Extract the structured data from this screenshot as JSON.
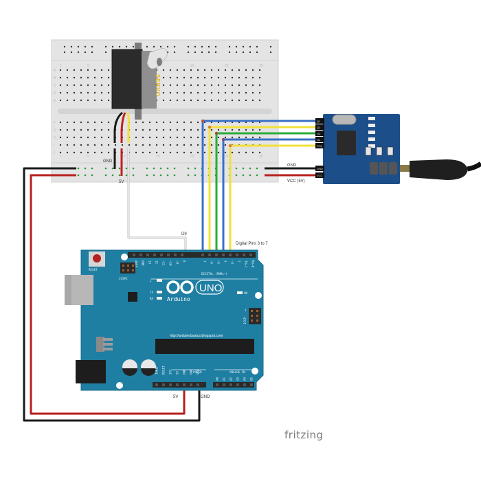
{
  "diagram": {
    "credit": "fritzing",
    "colors": {
      "board_blue": "#1f7fa3",
      "breadboard": "#e6e6e6",
      "wire_blue": "#3a6fc4",
      "wire_yellow": "#f2e03a",
      "wire_green": "#2bab3a",
      "wire_red": "#c22020",
      "wire_black": "#1a1a1a",
      "wire_white": "#d8d8d8",
      "module_blue": "#1c4f8a"
    },
    "breadboard": {
      "row_letters_top": [
        "A",
        "B",
        "C",
        "D",
        "E"
      ],
      "row_letters_bottom": [
        "F",
        "G",
        "H",
        "I",
        "J"
      ],
      "column_numbers": [
        "1",
        "5",
        "10",
        "15",
        "20",
        "25",
        "30"
      ]
    },
    "servo": {
      "label": "SERVO"
    },
    "labels": {
      "servo_gnd": "GND",
      "servo_5v": "5V",
      "d9": "D9",
      "digital_pins": "Digital Pins 3 to 7",
      "module_gnd": "GND",
      "module_vcc": "VCC (5V)",
      "arduino_5v": "5V",
      "arduino_gnd": "GND"
    },
    "module": {
      "pins": [
        "Q1",
        "Q2",
        "Q3",
        "Q4",
        "STQ",
        "GND",
        "VCC"
      ]
    },
    "arduino": {
      "reset_label": "RESET",
      "icsp2_label": "ICSP2",
      "icsp_label": "ICSP",
      "icsp_pin1": "1",
      "brand": "Arduino",
      "model": "UNO",
      "digital_header_label": "DIGITAL (PWM=~)",
      "led_labels": [
        "L",
        "TX",
        "RX",
        "ON"
      ],
      "url": "http://arduinobasics.blogspot.com",
      "power_label": "POWER",
      "analog_label": "ANALOG IN",
      "top_pins": [
        "AREF",
        "GND",
        "13",
        "12",
        "~11",
        "~10",
        "~9",
        "8",
        "7",
        "~6",
        "~5",
        "4",
        "~3",
        "2",
        "TX▸1",
        "RX◂0"
      ],
      "power_pins": [
        "IOREF",
        "RESET",
        "3V3",
        "5V",
        "GND",
        "GND",
        "VIN"
      ],
      "analog_pins": [
        "A0",
        "A1",
        "A2",
        "A3",
        "A4",
        "A5"
      ]
    }
  }
}
